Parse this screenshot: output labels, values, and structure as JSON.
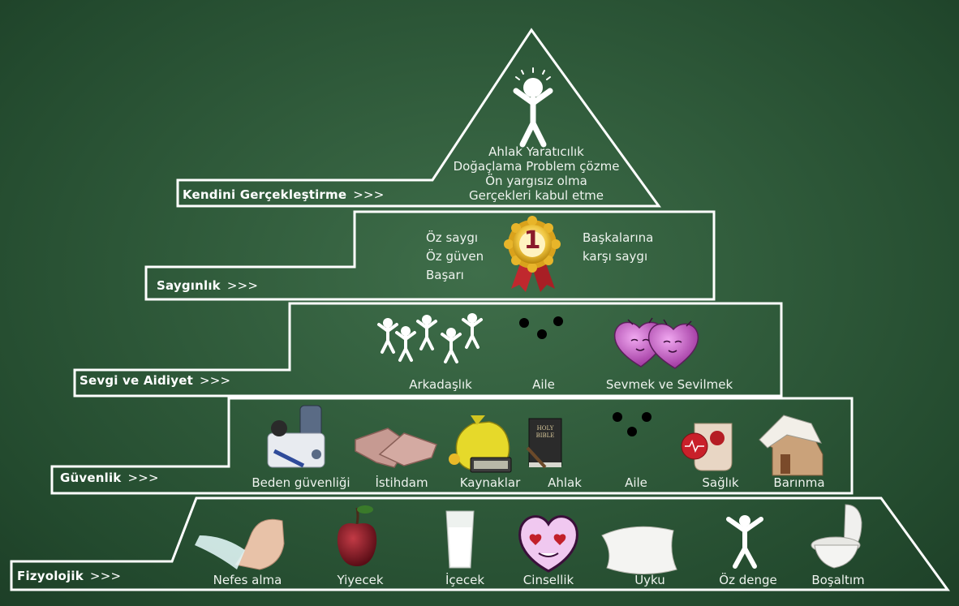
{
  "levels": {
    "self_actualization": {
      "label": "Kendini Gerçekleştirme",
      "arrows": ">>>",
      "lines": [
        "Ahlak  Yaratıcılık",
        "Doğaçlama  Problem çözme",
        "Ön yargısız olma",
        "Gerçekleri kabul etme"
      ]
    },
    "esteem": {
      "label": "Saygınlık",
      "arrows": ">>>",
      "left_lines": [
        "Öz saygı",
        "Öz güven",
        "Başarı"
      ],
      "badge": "1",
      "right_lines": [
        "Başkalarına",
        "karşı saygı"
      ]
    },
    "love": {
      "label": "Sevgi ve Aidiyet",
      "arrows": ">>>",
      "items": [
        "Arkadaşlık",
        "Aile",
        "Sevmek ve Sevilmek"
      ]
    },
    "safety": {
      "label": "Güvenlik",
      "arrows": ">>>",
      "items": [
        "Beden güvenliği",
        "İstihdam",
        "Kaynaklar",
        "Ahlak",
        "Aile",
        "Sağlık",
        "Barınma"
      ],
      "bible_text": [
        "HOLY",
        "BIBLE"
      ]
    },
    "physiological": {
      "label": "Fizyolojik",
      "arrows": ">>>",
      "items": [
        "Nefes alma",
        "Yiyecek",
        "İçecek",
        "Cinsellik",
        "Uyku",
        "Öz denge",
        "Boşaltım"
      ]
    }
  },
  "colors": {
    "board": "#2f5a3a",
    "chalk": "#ffffff",
    "heart": "#b04bb0",
    "ribbon": "#c0282e",
    "medal": "#e8b52a",
    "apple": "#7a1522"
  }
}
